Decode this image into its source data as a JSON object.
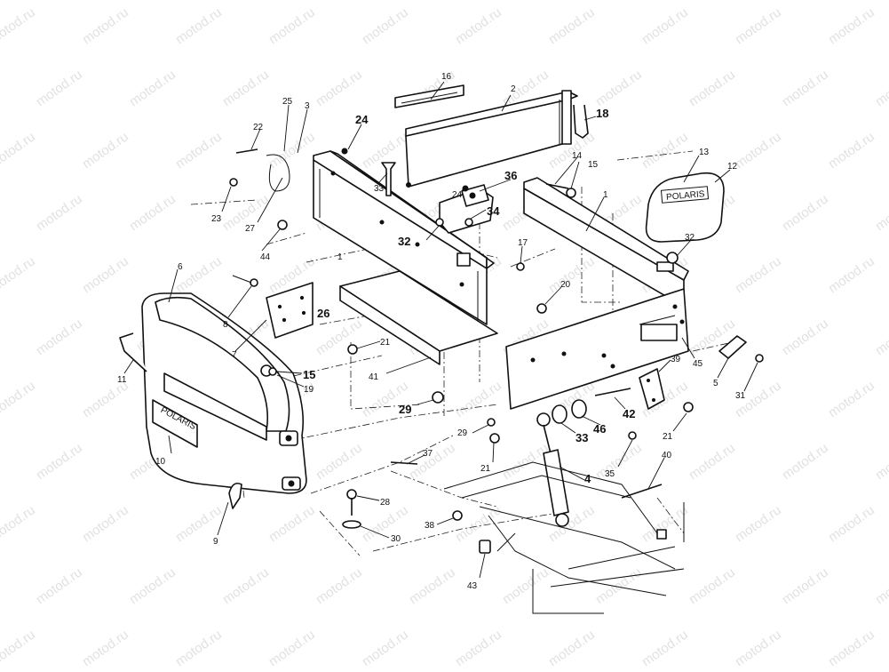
{
  "watermark": "motod.ru",
  "labels": {
    "l1a": "1",
    "l1b": "1",
    "l2": "2",
    "l3": "3",
    "l4": "4",
    "l5": "5",
    "l6": "6",
    "l7": "7",
    "l8": "8",
    "l9": "9",
    "l10": "10",
    "l11": "11",
    "l12": "12",
    "l13": "13",
    "l14": "14",
    "l15a": "15",
    "l15b": "15",
    "l16": "16",
    "l17": "17",
    "l18": "18",
    "l19": "19",
    "l20": "20",
    "l21a": "21",
    "l21b": "21",
    "l21c": "21",
    "l22": "22",
    "l23": "23",
    "l24a": "24",
    "l24b": "24",
    "l25": "25",
    "l26": "26",
    "l27": "27",
    "l28": "28",
    "l29a": "29",
    "l29b": "29",
    "l30": "30",
    "l31": "31",
    "l32a": "32",
    "l32b": "32",
    "l33a": "33",
    "l33b": "33",
    "l34": "34",
    "l35": "35",
    "l36": "36",
    "l37": "37",
    "l38": "38",
    "l39": "39",
    "l40": "40",
    "l41": "41",
    "l42": "42",
    "l43": "43",
    "l44": "44",
    "l45": "45",
    "l46": "46"
  },
  "decals": {
    "plate": "POLARIS",
    "pad": "POLARIS"
  }
}
